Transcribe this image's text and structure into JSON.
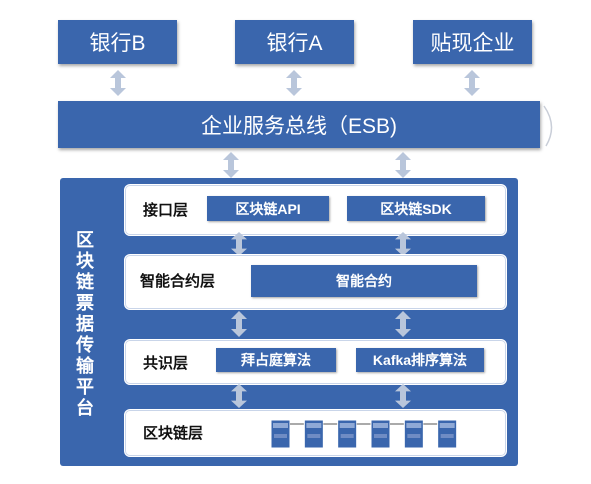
{
  "participants": [
    {
      "name": "银行B"
    },
    {
      "name": "银行A"
    },
    {
      "name": "贴现企业"
    }
  ],
  "esb": {
    "label": "企业服务总线（ESB)"
  },
  "platform": {
    "label_chars": [
      "区",
      "块",
      "链",
      "票",
      "据",
      "传",
      "输",
      "平",
      "台"
    ]
  },
  "layers": {
    "interface": {
      "name": "接口层",
      "modules": [
        "区块链API",
        "区块链SDK"
      ]
    },
    "contract": {
      "name": "智能合约层",
      "modules": [
        "智能合约"
      ]
    },
    "consensus": {
      "name": "共识层",
      "modules": [
        "拜占庭算法",
        "Kafka排序算法"
      ]
    },
    "blockchain": {
      "name": "区块链层",
      "block_count": 6
    }
  },
  "colors": {
    "primary": "#3a66ad",
    "arrow": "#b9c6db"
  }
}
